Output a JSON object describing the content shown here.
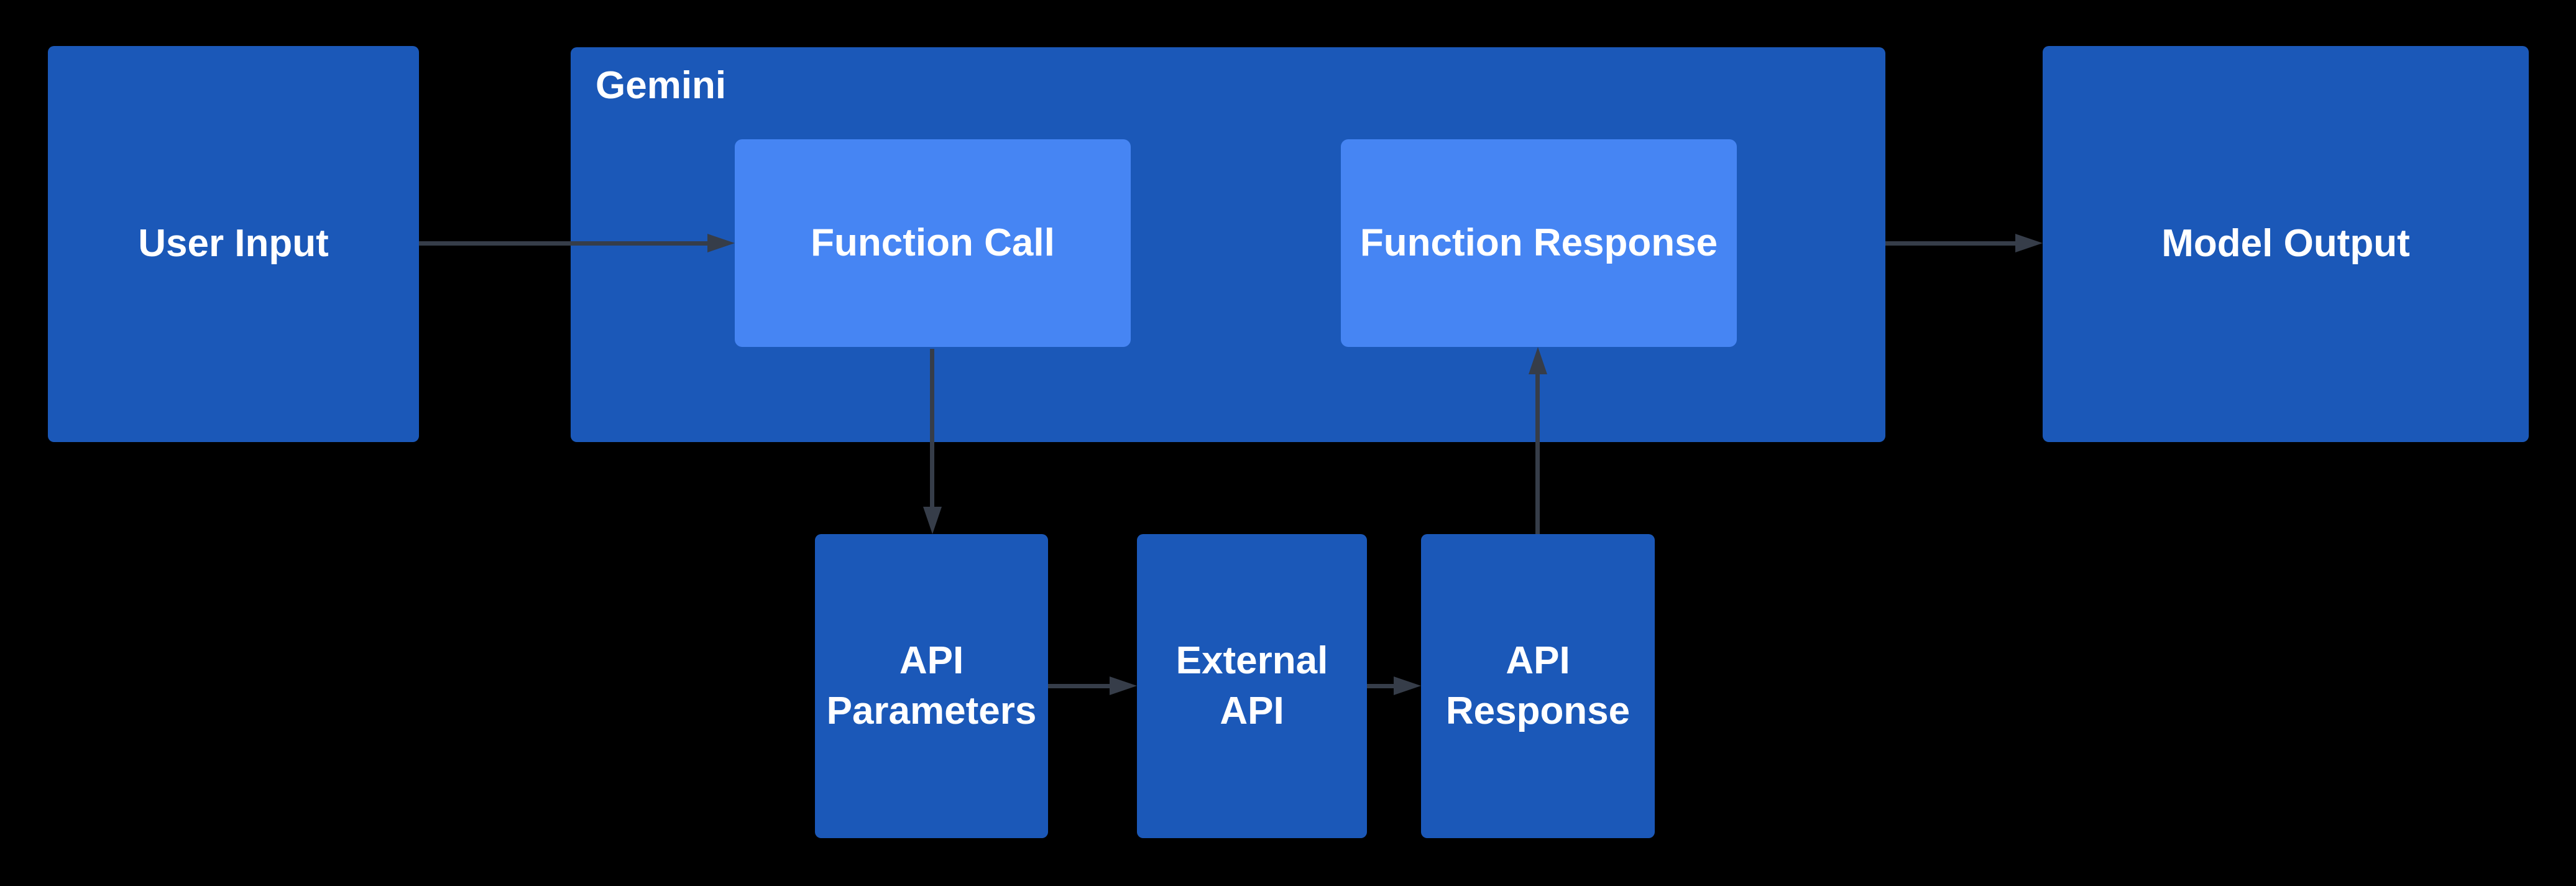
{
  "diagram": {
    "background_color": "#000000",
    "colors": {
      "node_fill": "#1B58B8",
      "inner_node_fill": "#4685F3",
      "label_text": "#FFFFFF",
      "arrow": "#363D49"
    },
    "nodes": {
      "user_input": {
        "label": "User Input"
      },
      "gemini": {
        "label": "Gemini"
      },
      "function_call": {
        "label": "Function Call"
      },
      "function_response": {
        "label": "Function Response"
      },
      "model_output": {
        "label": "Model Output"
      },
      "api_parameters": {
        "label": "API Parameters"
      },
      "external_api": {
        "label": "External API"
      },
      "api_response": {
        "label": "API Response"
      }
    },
    "edges": [
      {
        "from": "user_input",
        "to": "function_call"
      },
      {
        "from": "function_call",
        "to": "api_parameters"
      },
      {
        "from": "api_parameters",
        "to": "external_api"
      },
      {
        "from": "external_api",
        "to": "api_response"
      },
      {
        "from": "api_response",
        "to": "function_response"
      },
      {
        "from": "gemini",
        "to": "model_output"
      }
    ]
  }
}
